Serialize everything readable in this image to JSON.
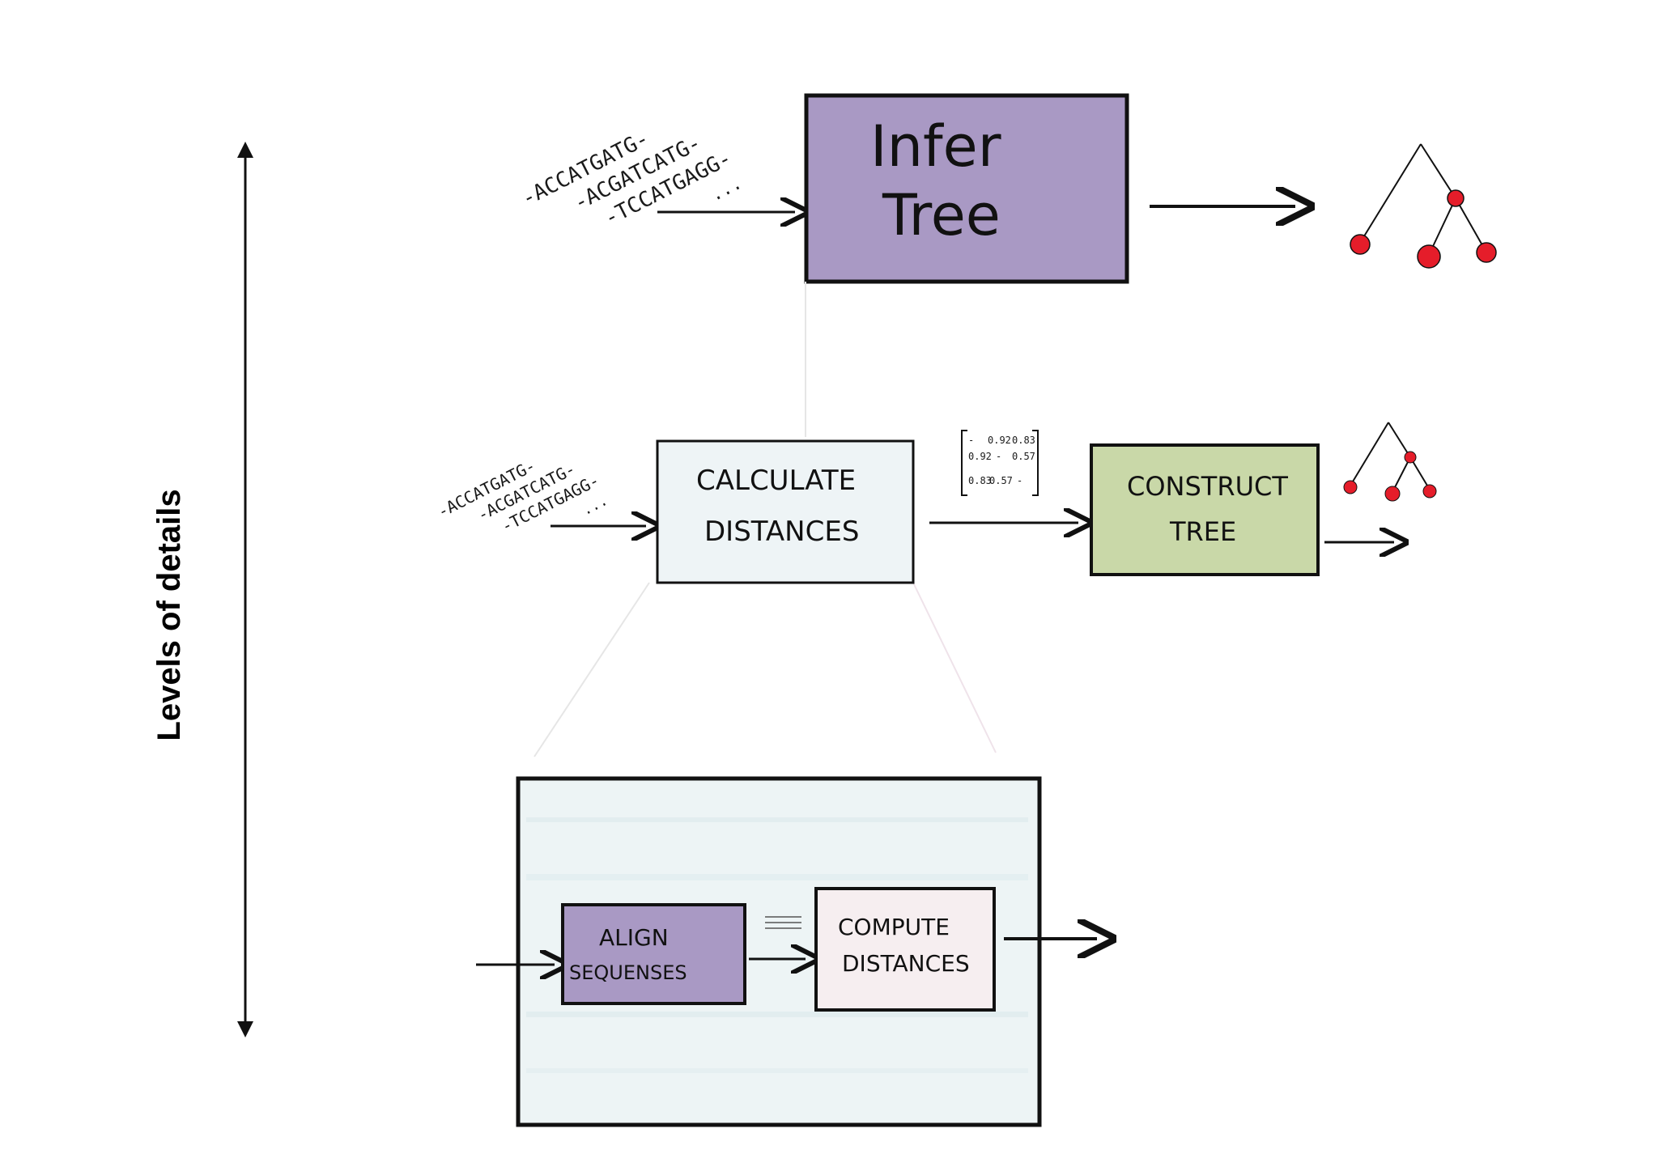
{
  "axis": {
    "label": "Levels of details"
  },
  "sequences": [
    "-ACCATGATG-",
    "-ACGATCATG-",
    "-TCCATGAGG-",
    "..."
  ],
  "level1": {
    "box": {
      "line1": "Infer",
      "line2": "Tree",
      "fill": "#a999c4"
    }
  },
  "level2": {
    "box_calc": {
      "line1": "CALCULATE",
      "line2": "DISTANCES",
      "fill": "#eef4f6"
    },
    "matrix": {
      "rows": [
        [
          "-",
          "0.92",
          "0.83"
        ],
        [
          "0.92",
          "-",
          "0.57"
        ],
        [
          "0.83",
          "0.57",
          "-"
        ]
      ]
    },
    "box_construct": {
      "line1": "CONSTRUCT",
      "line2": "TREE",
      "fill": "#c9d8a8"
    }
  },
  "level3": {
    "outer_fill": "#edf4f5",
    "box_align": {
      "line1": "ALIGN",
      "line2": "SEQUENSES",
      "fill": "#a999c4"
    },
    "box_compute": {
      "line1": "COMPUTE",
      "line2": "DISTANCES",
      "fill": "#f6eef0"
    }
  },
  "colors": {
    "tree_node": "#e51d2a",
    "ink": "#111111"
  }
}
